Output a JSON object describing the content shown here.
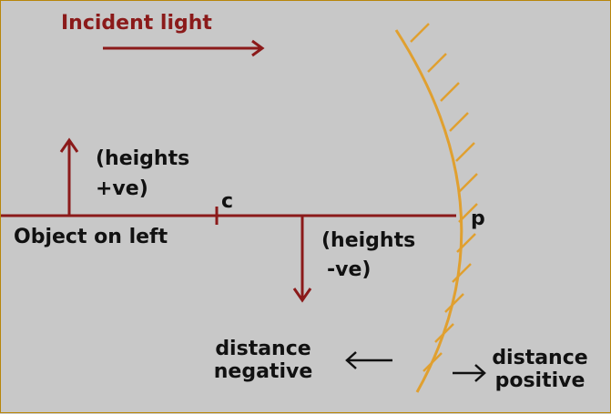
{
  "incident_light": "Incident light",
  "heights_positive": {
    "line1": "(heights",
    "line2": "+ve)"
  },
  "heights_negative": {
    "line1": "(heights",
    "line2": "-ve)"
  },
  "center_label": "c",
  "pole_label": "p",
  "object_label": "Object on left",
  "distance_negative": {
    "line1": "distance",
    "line2": "negative"
  },
  "distance_positive": {
    "line1": "distance",
    "line2": "positive"
  },
  "colors": {
    "background": "#c8c8c8",
    "arrows": "#8b1a1a",
    "mirror": "#e0a030",
    "text": "#111111",
    "border": "#b8860b"
  }
}
